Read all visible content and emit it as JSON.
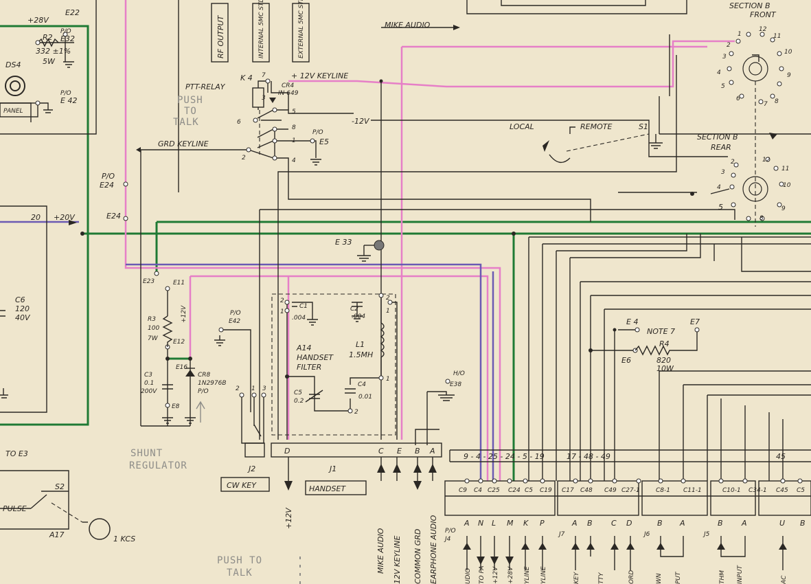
{
  "colors": {
    "paper": "#efe6cd",
    "ink": "#2b2824",
    "green_wire": "#1f7a34",
    "pink_wire": "#e67fc7",
    "purple_wire": "#6b5ab3",
    "pencil": "#8d8c88"
  },
  "top": {
    "plus28v": "+28V",
    "e22": "E22",
    "r2": "R2",
    "r2_val": "332 ±1%",
    "r2_w": "5W",
    "po1": "P/O",
    "e32": "E32",
    "ds4": "DS4",
    "po2": "P/O",
    "e42": "E 42",
    "panel": "PANEL",
    "rf_output": "RF OUTPUT",
    "internal_std": "INTERNAL 5MC STD",
    "external_std": "EXTERNAL 5MC STD",
    "mike_audio": "MIKE AUDIO",
    "section_b_front": "SECTION B",
    "front": "FRONT",
    "section_b_rear": "SECTION B",
    "rear": "REAR"
  },
  "relay": {
    "k4": "K 4",
    "name": "PTT-RELAY",
    "cr4": "CR4",
    "cr4_part": "IN 649",
    "keyline": "+ 12V KEYLINE",
    "minus12v": "-12V",
    "grd_keyline": "GRD KEYLINE",
    "po": "P/O",
    "e5": "E5",
    "pins": [
      "7",
      "3",
      "5",
      "6",
      "8",
      "1",
      "2",
      "4"
    ]
  },
  "switch": {
    "local": "LOCAL",
    "remote": "REMOTE",
    "s1": "S1"
  },
  "front_pins": [
    "1",
    "2",
    "3",
    "4",
    "5",
    "6",
    "7",
    "8",
    "9",
    "10",
    "11",
    "12"
  ],
  "rear_pins": [
    "2",
    "3",
    "4",
    "5",
    "8",
    "9",
    "10",
    "11",
    "12"
  ],
  "mid": {
    "po": "P/O",
    "e24": "E24",
    "e24b": "E24",
    "twenty": "20",
    "plus20v": "+20V",
    "e33": "E 33"
  },
  "left": {
    "c6": "C6",
    "c6_val": "120",
    "c6_v": "40V",
    "to_e3": "TO E3",
    "pulse": "PULSE",
    "s2": "S2",
    "a17": "A17",
    "kcs": "1 KCS"
  },
  "regulator": {
    "e23": "E23",
    "e11": "E11",
    "r3": "R3",
    "r3_val": "100",
    "r3_w": "7W",
    "e12": "E12",
    "e16": "E16",
    "c3": "C3",
    "c3_val": "0.1",
    "c3_v": "200V",
    "e8": "E8",
    "cr8": "CR8",
    "cr8_part": "1N2976B",
    "po": "P/O",
    "plus12v": "+12V",
    "shunt_1": "SHUNT",
    "shunt_2": "REGULATOR"
  },
  "e42_block": {
    "po": "P/O",
    "e42": "E42"
  },
  "filter": {
    "c1": "C1",
    "c1_val": ".004",
    "c2": "C2",
    "c2_val": ".004",
    "a14": "A14",
    "handset": "HANDSET",
    "filter": "FILTER",
    "l1": "L1",
    "l1_val": "1.5MH",
    "c5": "C5",
    "c5_val": "0.2",
    "c4": "C4",
    "c4_val": "0.01",
    "pins": [
      "2",
      "2",
      "1",
      "1",
      "1",
      "2"
    ]
  },
  "e38": {
    "ho": "H/O",
    "e38": "E38"
  },
  "j2": {
    "pins": [
      "2",
      "1",
      "3"
    ],
    "label": "J2",
    "cw_key": "CW KEY"
  },
  "j1": {
    "pins": [
      "D",
      "C",
      "E",
      "B",
      "A"
    ],
    "label": "J1",
    "handset": "HANDSET"
  },
  "bottom_labels": {
    "plus12v": "+12V",
    "mike_audio": "MIKE AUDIO",
    "keyline": "12V KEYLINE",
    "common_grd": "COMMON GRD",
    "earphone": "EARPHONE AUDIO"
  },
  "push_to_talk": {
    "top_1": "PUSH",
    "top_2": "TO",
    "top_3": "TALK",
    "bottom_1": "PUSH TO",
    "bottom_2": "TALK"
  },
  "right": {
    "e4": "E 4",
    "note7": "NOTE 7",
    "e7": "E7",
    "r4": "R4",
    "r4_val": "820",
    "r4_w": "10W",
    "e6": "E6",
    "bus_sequence": "9 - 4 - 25 - 24 - 5 - 19",
    "bus_sequence_2": "17 - 48 - 49",
    "bus_45": "45",
    "cap_labels": [
      "C9",
      "C4",
      "C25",
      "C24",
      "C5",
      "C19",
      "C17",
      "C48",
      "C49",
      "C27-1",
      "C8-1",
      "C11-1",
      "C10-1",
      "C34-1",
      "C45",
      "C5"
    ],
    "j4_letters": [
      "A",
      "N",
      "L",
      "M",
      "K",
      "P"
    ],
    "j7_letters": [
      "A",
      "B",
      "C",
      "D"
    ],
    "j6_letters": [
      "B",
      "A"
    ],
    "j5_letters": [
      "B",
      "A"
    ],
    "end_letters": [
      "U",
      "B"
    ],
    "po": "P/O",
    "j4": "J4",
    "j7": "J7",
    "j6": "J6",
    "j5": "J5"
  },
  "bottom_strip": [
    "UDIO",
    "TO PA",
    "+12V",
    "+28V",
    "YLINE",
    "YLINE",
    "KEY",
    "TTY",
    "ORD",
    "WN",
    "PUT",
    "THM",
    "INPUT",
    "AC"
  ]
}
